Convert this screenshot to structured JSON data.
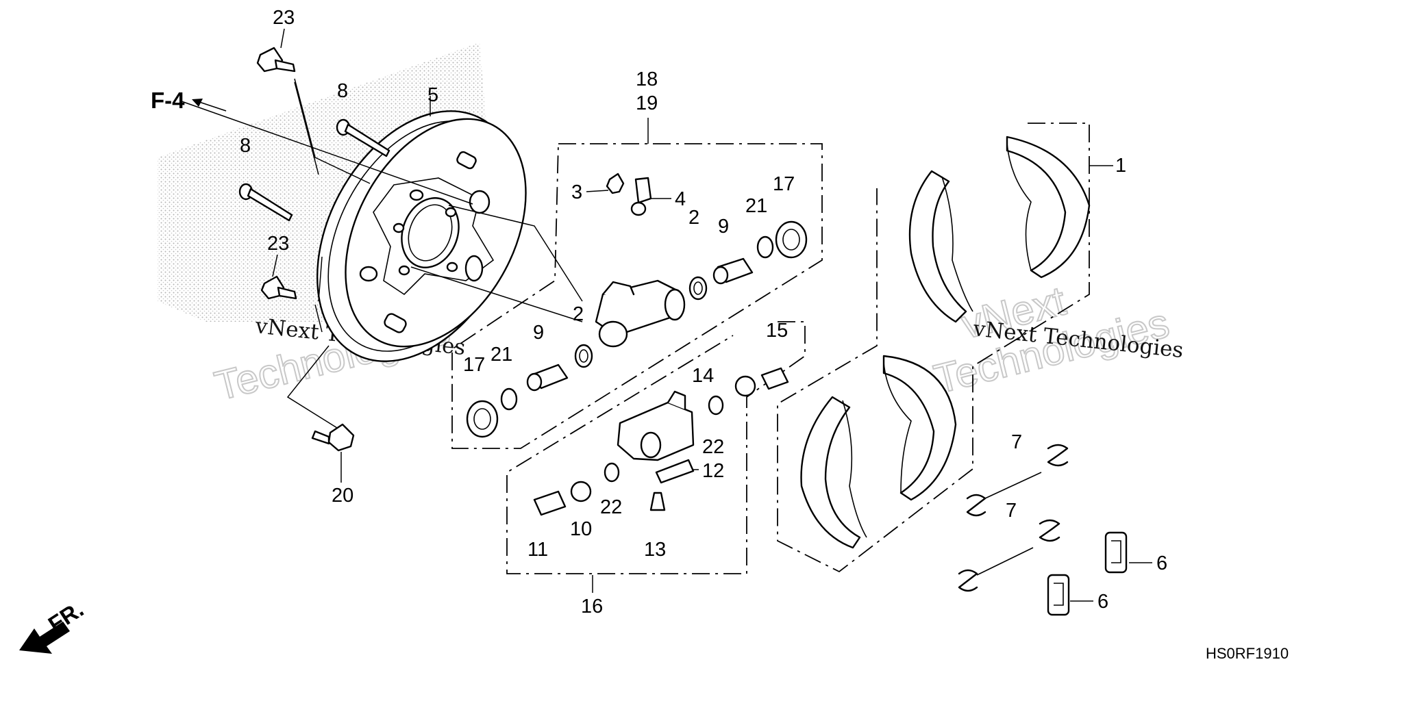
{
  "diagram": {
    "reference_label": "F-4",
    "front_label": "FR.",
    "diagram_code": "HS0RF1910",
    "watermark": "vNext Technologies",
    "watermark_words": [
      "vNext",
      "Technologies"
    ],
    "callouts": [
      "1",
      "2",
      "3",
      "4",
      "5",
      "6",
      "7",
      "8",
      "9",
      "10",
      "11",
      "12",
      "13",
      "14",
      "15",
      "16",
      "17",
      "18",
      "19",
      "20",
      "21",
      "22",
      "23"
    ]
  }
}
